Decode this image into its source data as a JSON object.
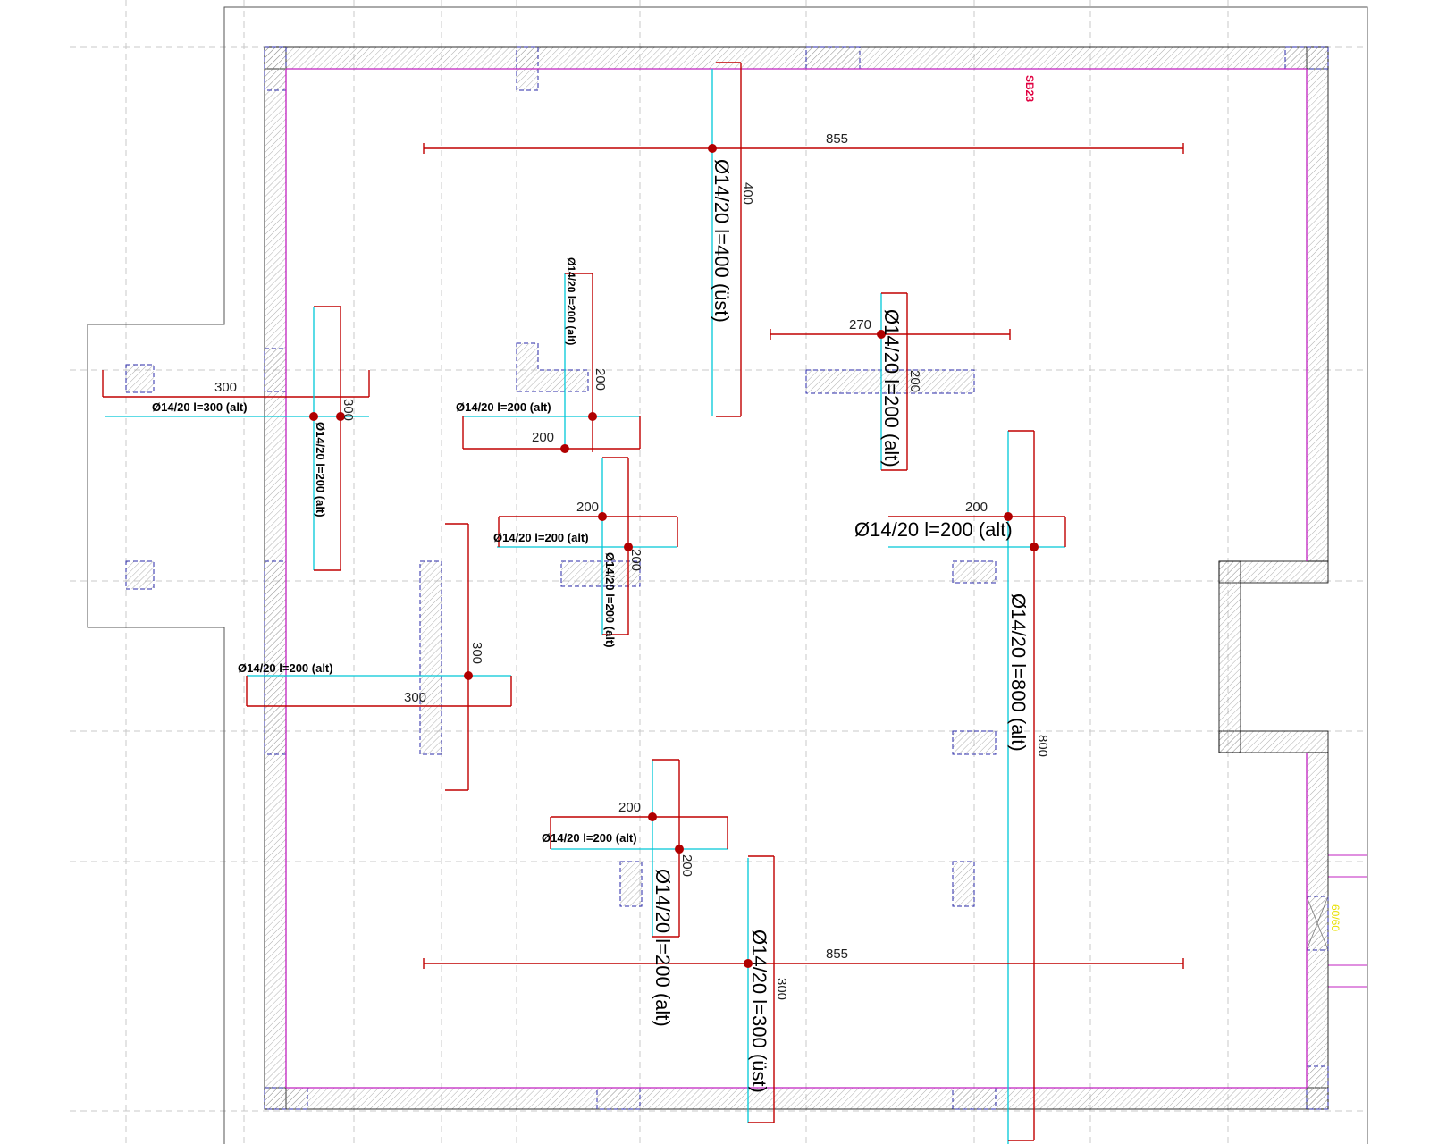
{
  "sheet_code": "SB23",
  "side_tag": "60/60",
  "dims": {
    "top_span": "855",
    "bottom_span": "855",
    "top_vert": "400",
    "left_span": "300",
    "left_vert": "300",
    "mid_200_a": "200",
    "mid_200_a_v": "200",
    "mid_200_b": "200",
    "mid_200_b_v": "200",
    "mid_300_h": "300",
    "mid_300_v": "300",
    "bottom_200_h": "200",
    "bottom_200_v": "200",
    "bottom_300_v": "300",
    "right_270": "270",
    "right_200_v": "200",
    "right_200_h": "200",
    "right_800_v": "800"
  },
  "labels": {
    "top_vertical": "Ø14/20 l=400 (üst)",
    "upper_mid_vertical": "Ø14/20 l=200 (alt)",
    "upper_mid_horizontal": "Ø14/20 l=200 (alt)",
    "left_horizontal": "Ø14/20 l=300 (alt)",
    "left_vertical": "Ø14/20 l=200 (alt)",
    "mid_horizontal": "Ø14/20 l=200 (alt)",
    "mid_vertical": "Ø14/20 l=200 (alt)",
    "lower_left_horizontal": "Ø14/20 l=200 (alt)",
    "right_upper_vertical": "Ø14/20 l=200 (alt)",
    "right_horizontal": "Ø14/20 l=200 (alt)",
    "right_long_vertical": "Ø14/20 l=800 (alt)",
    "bottom_horizontal": "Ø14/20 l=200 (alt)",
    "bottom_vertical": "Ø14/20 l=200 (alt)",
    "bottom_long_vertical": "Ø14/20 l=300 (üst)"
  },
  "colors": {
    "rebar": "#c00000",
    "distribution": "#00c8d8",
    "slab_edge": "#c020c0",
    "wall_outline": "#2a2aa8",
    "grid": "#c8c8c8"
  }
}
